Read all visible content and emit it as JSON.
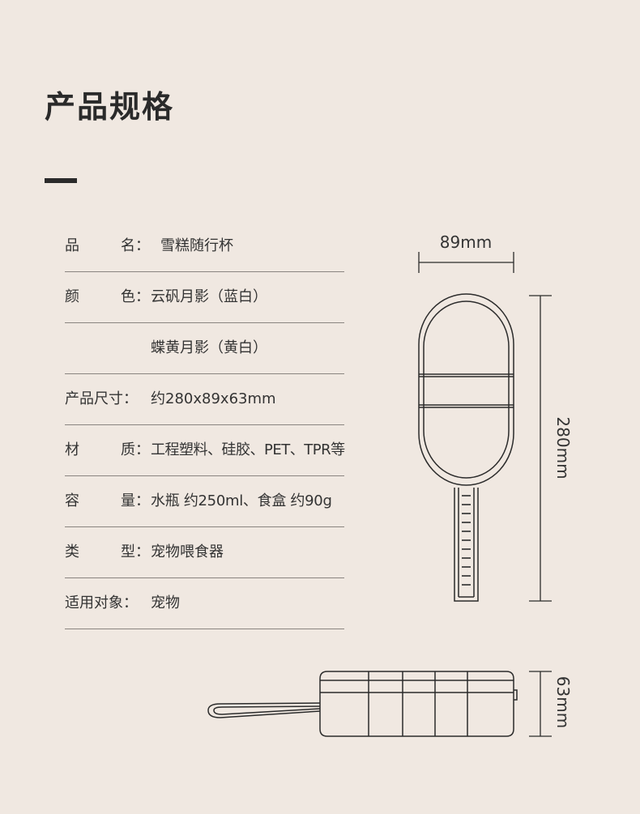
{
  "header": {
    "title": "产品规格"
  },
  "specs": [
    {
      "label_a": "品",
      "label_b": "名：",
      "value": "雪糕随行杯"
    },
    {
      "label_a": "颜",
      "label_b": "色：",
      "value": "云矾月影（蓝白）"
    },
    {
      "label_a": "",
      "label_b": "",
      "value": "蝶黄月影（黄白）"
    },
    {
      "label_a": "产品尺寸：",
      "label_b": "",
      "value": "约280x89x63mm"
    },
    {
      "label_a": "材",
      "label_b": "质：",
      "value": "工程塑料、硅胶、PET、TPR等"
    },
    {
      "label_a": "容",
      "label_b": "量：",
      "value": "水瓶 约250ml、食盒 约90g"
    },
    {
      "label_a": "类",
      "label_b": "型：",
      "value": "宠物喂食器"
    },
    {
      "label_a": "适用对象：",
      "label_b": "",
      "value": "宠物"
    }
  ],
  "dimensions": {
    "width_label": "89mm",
    "length_label": "280mm",
    "height_label": "63mm"
  },
  "colors": {
    "background": "#f0e8e1",
    "line": "#2b2b2b",
    "text": "#333333"
  }
}
